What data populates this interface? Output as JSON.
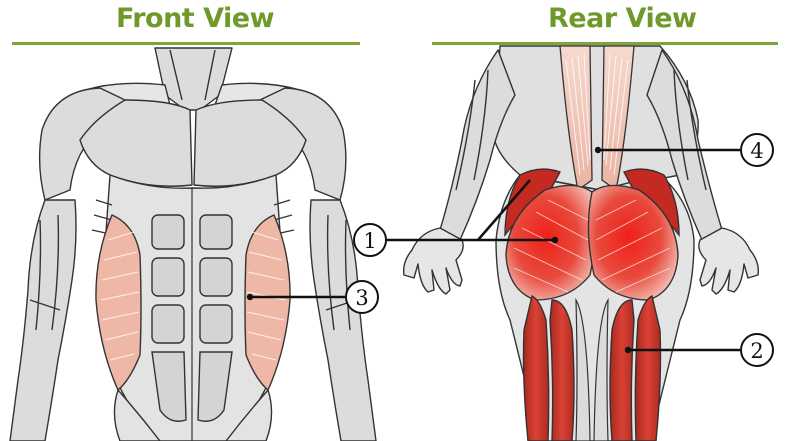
{
  "titles": {
    "front": "Front View",
    "rear": "Rear View"
  },
  "colors": {
    "title": "#6f9a2b",
    "divider": "#7ea53a",
    "muscle_gray": "#d9d9d9",
    "outline": "#333333",
    "oblique": "#efb8a6",
    "glute": "#e2382d",
    "hamstring": "#c93228",
    "lower_back": "#f0c4b5"
  },
  "callouts": [
    {
      "number": "1",
      "target": "gluteus-maximus-left"
    },
    {
      "number": "2",
      "target": "hamstrings-right"
    },
    {
      "number": "3",
      "target": "obliques-right"
    },
    {
      "number": "4",
      "target": "lower-back"
    }
  ]
}
